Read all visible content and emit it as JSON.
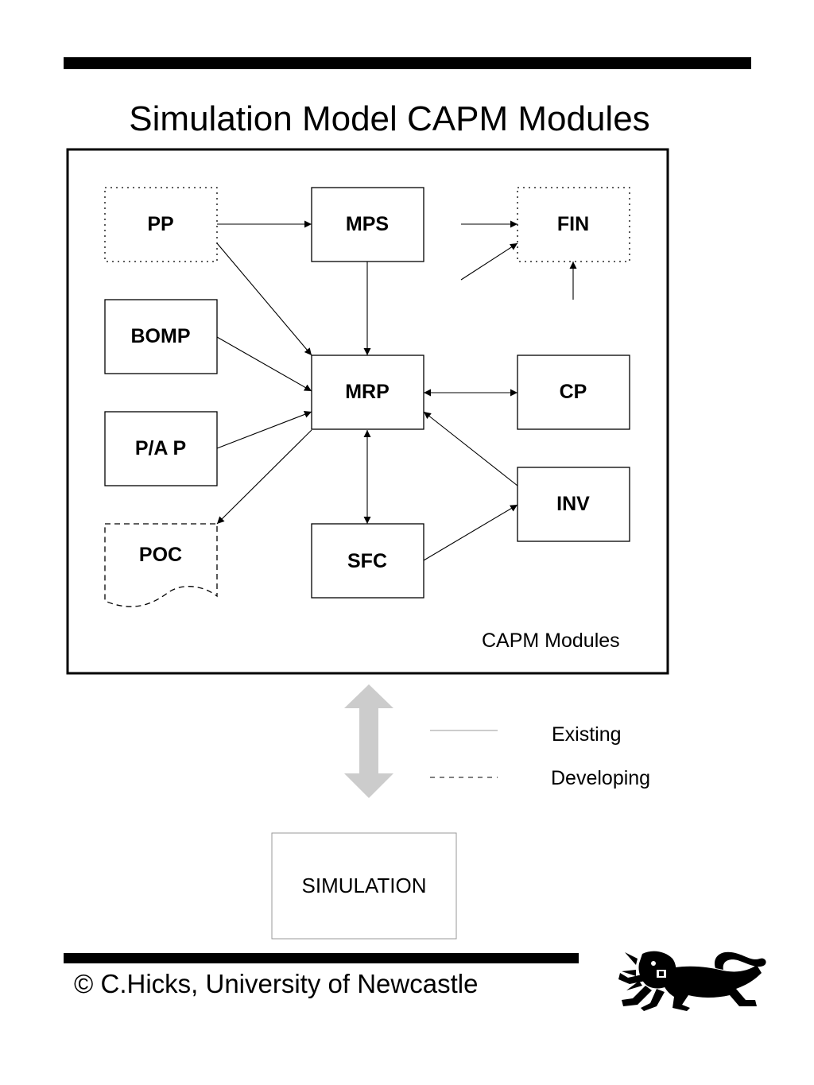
{
  "title": "Simulation Model CAPM Modules",
  "container_label": "CAPM Modules",
  "modules": {
    "pp": "PP",
    "mps": "MPS",
    "fin": "FIN",
    "bomp": "BOMP",
    "mrp": "MRP",
    "cp": "CP",
    "pap": "P/A P",
    "inv": "INV",
    "poc": "POC",
    "sfc": "SFC"
  },
  "legend": {
    "existing": "Existing",
    "developing": "Developing"
  },
  "simulation_label": "SIMULATION",
  "footer": "© C.Hicks, University of Newcastle",
  "colors": {
    "line": "#000000",
    "double_arrow": "#cccccc",
    "legend_line": "#999999"
  },
  "logo": "lion-passant-heraldic-logo"
}
